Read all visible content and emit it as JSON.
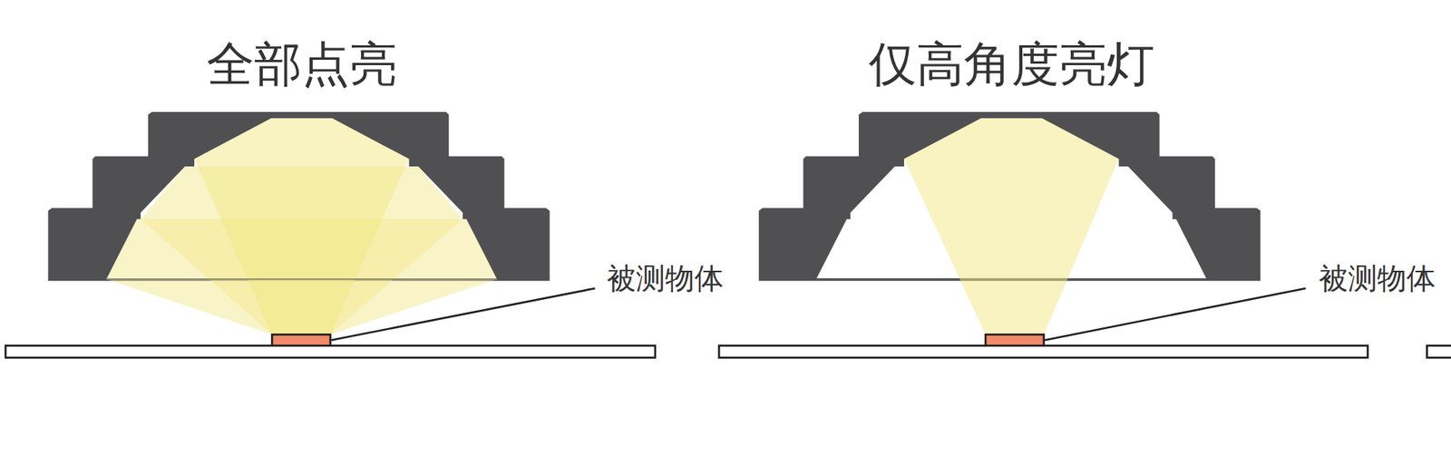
{
  "diagram": {
    "labels": [
      "全部点亮",
      "被测物体",
      "仅高角度亮灯",
      "被测物体"
    ]
  }
}
